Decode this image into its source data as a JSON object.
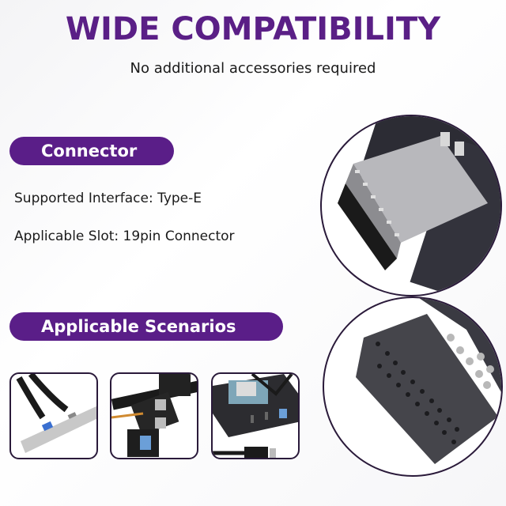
{
  "header": {
    "title": "WIDE COMPATIBILITY",
    "subtitle": "No additional accessories required"
  },
  "connector_section": {
    "label": "Connector",
    "specs": [
      "Supported Interface: Type-E",
      "Applicable Slot: 19pin Connector"
    ]
  },
  "scenarios_section": {
    "label": "Applicable Scenarios",
    "images": [
      {
        "name": "pci-bracket-usb-ports"
      },
      {
        "name": "front-panel-usb-cables"
      },
      {
        "name": "drive-bay-usb-panel"
      }
    ]
  },
  "product_images": [
    {
      "name": "type-e-connector-closeup"
    },
    {
      "name": "19pin-header-closeup"
    }
  ],
  "colors": {
    "accent": "#5a1e88",
    "text": "#1a1a1a",
    "outline": "#2a1a3a"
  }
}
